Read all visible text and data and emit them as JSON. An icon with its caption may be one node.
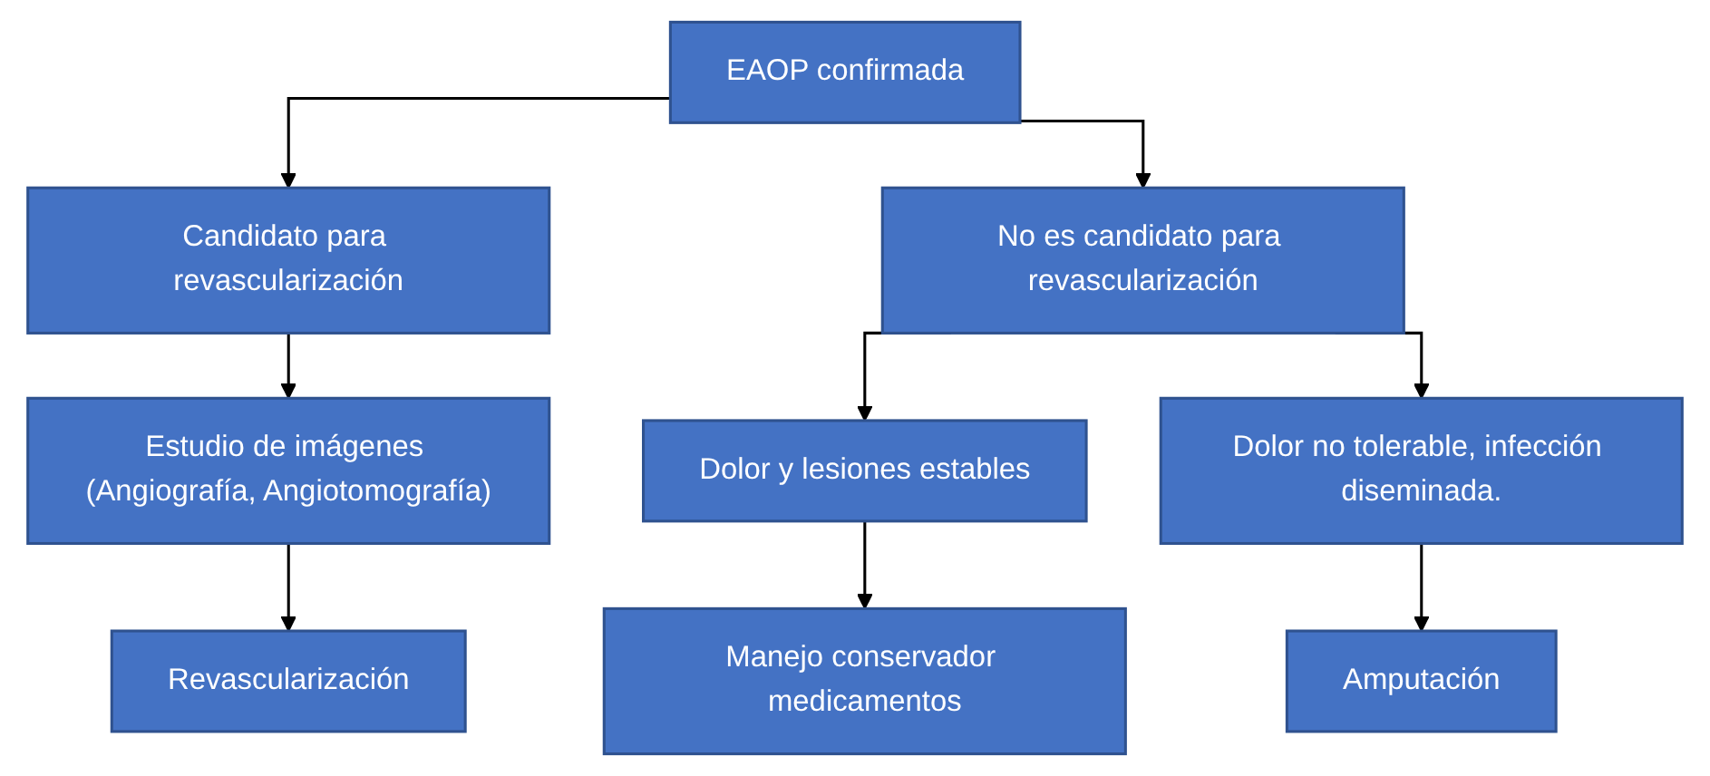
{
  "diagram": {
    "nodes": [
      {
        "text": [
          "EAOP confirmada"
        ]
      },
      {
        "text": [
          "Candidato para revascularización"
        ]
      },
      {
        "text": [
          "No es candidato para revascularización"
        ]
      },
      {
        "text": [
          "Estudio de imágenes (Angiografía, Angiotomografía)"
        ]
      },
      {
        "text": [
          "Dolor y lesiones estables"
        ]
      },
      {
        "text": [
          "Dolor no tolerable, infección diseminada."
        ]
      },
      {
        "text": [
          "Revascularización"
        ]
      },
      {
        "text": [
          "Manejo conservador medicamentos"
        ]
      },
      {
        "text": [
          "Amputación"
        ]
      }
    ],
    "edges": [
      {
        "from": 0,
        "to": 1,
        "arrow": "to"
      },
      {
        "from": 0,
        "to": 2,
        "arrow": "to"
      },
      {
        "from": 1,
        "to": 3,
        "arrow": "to"
      },
      {
        "from": 2,
        "to": 4,
        "arrow": "to"
      },
      {
        "from": 2,
        "to": 5,
        "arrow": "to"
      },
      {
        "from": 3,
        "to": 6,
        "arrow": "to"
      },
      {
        "from": 4,
        "to": 7,
        "arrow": "to"
      },
      {
        "from": 5,
        "to": 8,
        "arrow": "to"
      }
    ]
  }
}
